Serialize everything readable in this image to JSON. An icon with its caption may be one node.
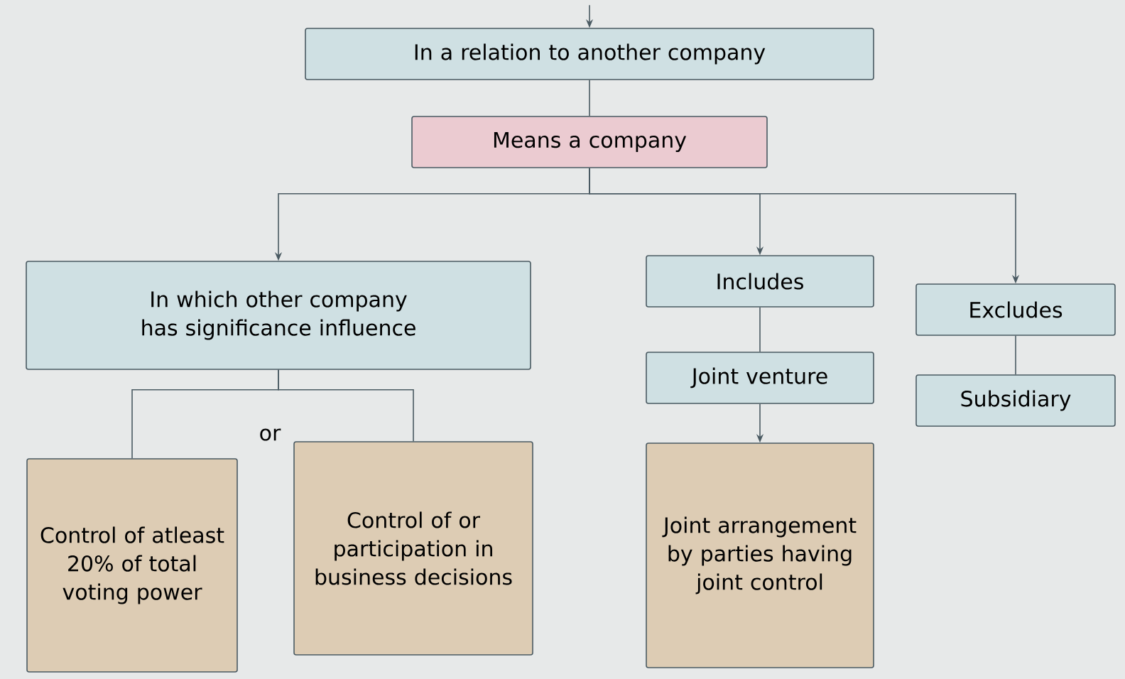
{
  "diagram": {
    "nodes": [
      {
        "text": [
          "In a relation to another company"
        ]
      },
      {
        "text": [
          "Means a company"
        ]
      },
      {
        "text": [
          "In which other company has significance influence"
        ]
      },
      {
        "text": [
          "Includes"
        ]
      },
      {
        "text": [
          "Excludes"
        ]
      },
      {
        "text": [
          "Joint venture"
        ]
      },
      {
        "text": [
          "Subsidiary"
        ]
      },
      {
        "text": [
          "Control of atleast 20% of total voting power"
        ]
      },
      {
        "text": [
          "Control of or participation in business decisions"
        ]
      },
      {
        "text": [
          "Joint arrangement by parties having joint control"
        ]
      }
    ],
    "edges": [
      {
        "from": null,
        "to": 0,
        "arrow": "to"
      },
      {
        "from": 0,
        "to": 1,
        "arrow": "none"
      },
      {
        "from": 1,
        "to": 2,
        "arrow": "to"
      },
      {
        "from": 1,
        "to": 3,
        "arrow": "to"
      },
      {
        "from": 1,
        "to": 4,
        "arrow": "to"
      },
      {
        "from": 2,
        "to": 7,
        "arrow": "none"
      },
      {
        "from": 2,
        "to": 8,
        "arrow": "none"
      },
      {
        "from": 3,
        "to": 5,
        "arrow": "none"
      },
      {
        "from": 4,
        "to": 6,
        "arrow": "none"
      },
      {
        "from": 5,
        "to": 9,
        "arrow": "to"
      }
    ],
    "labels": [
      "or"
    ]
  }
}
